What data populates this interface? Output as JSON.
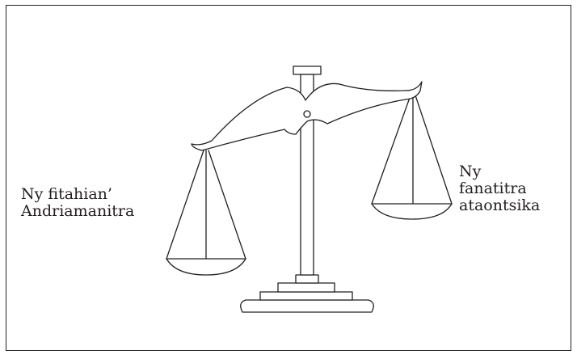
{
  "labels": {
    "left": {
      "line1": "Ny fitahian’",
      "line2": "Andriamanitra"
    },
    "right": {
      "line1": "Ny",
      "line2": "fanatitra",
      "line3": "ataontsika"
    }
  },
  "colors": {
    "ink": "#231f20",
    "background": "#ffffff"
  },
  "icons": {
    "illustration": "balance-scale-icon"
  }
}
